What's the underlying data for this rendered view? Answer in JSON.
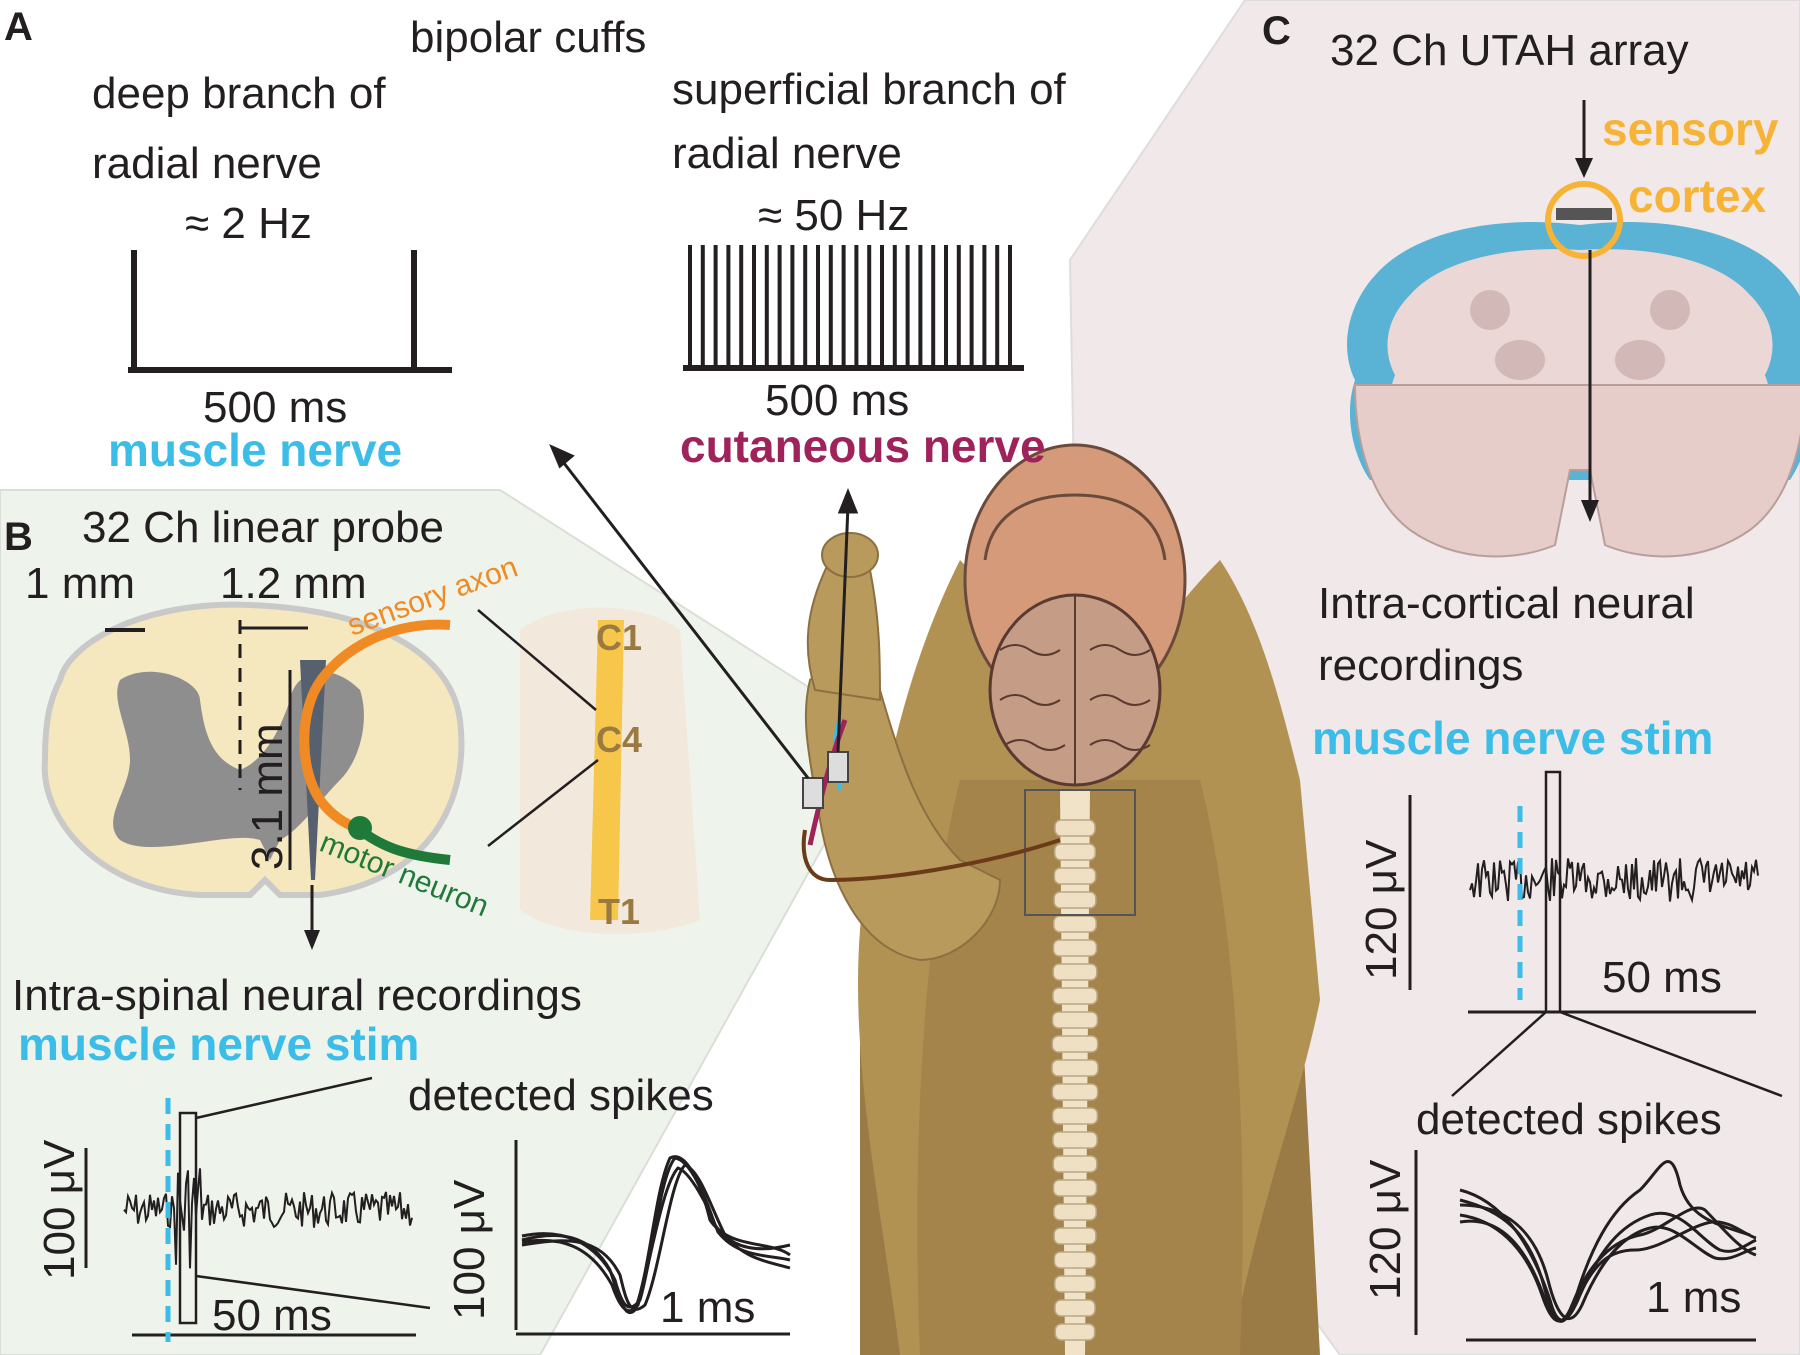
{
  "panel_a": {
    "letter": "A",
    "cuffs_title": "bipolar cuffs",
    "deep_line1": "deep branch of",
    "deep_line2": "radial nerve",
    "deep_freq": "≈ 2 Hz",
    "deep_time": "500 ms",
    "deep_label": "muscle nerve",
    "sup_line1": "superficial branch of",
    "sup_line2": "radial nerve",
    "sup_freq": "≈ 50 Hz",
    "sup_time": "500 ms",
    "sup_label": "cutaneous nerve"
  },
  "panel_b": {
    "letter": "B",
    "probe_title": "32 Ch linear probe",
    "scale_1mm": "1 mm",
    "scale_12mm": "1.2 mm",
    "scale_31mm": "3.1 mm",
    "sensory_axon": "sensory axon",
    "motor_neuron": "motor neuron",
    "vert_c1": "C1",
    "vert_c4": "C4",
    "vert_t1": "T1",
    "recordings": "Intra-spinal neural recordings",
    "stim": "muscle nerve stim",
    "detected": "detected spikes",
    "trace_amp": "100 μV",
    "trace_time": "50 ms",
    "spike_amp": "100 μV",
    "spike_time": "1 ms"
  },
  "panel_c": {
    "letter": "C",
    "array_title": "32 Ch UTAH array",
    "cortex_line1": "sensory",
    "cortex_line2": "cortex",
    "rec_line1": "Intra-cortical neural",
    "rec_line2": "recordings",
    "stim": "muscle nerve stim",
    "trace_amp": "120 μV",
    "trace_time": "50 ms",
    "detected": "detected spikes",
    "spike_amp": "120 μV",
    "spike_time": "1 ms"
  },
  "colors": {
    "muscle_blue": "#3bbde8",
    "cutaneous_magenta": "#a0225a",
    "cortex_orange": "#f7b335",
    "sensory_orange": "#f08a24",
    "motor_green": "#1f7a3a",
    "panel_b_bg": "#eef4ec",
    "panel_c_bg": "#f1e9e9",
    "monkey_fur": "#a88a4e"
  }
}
